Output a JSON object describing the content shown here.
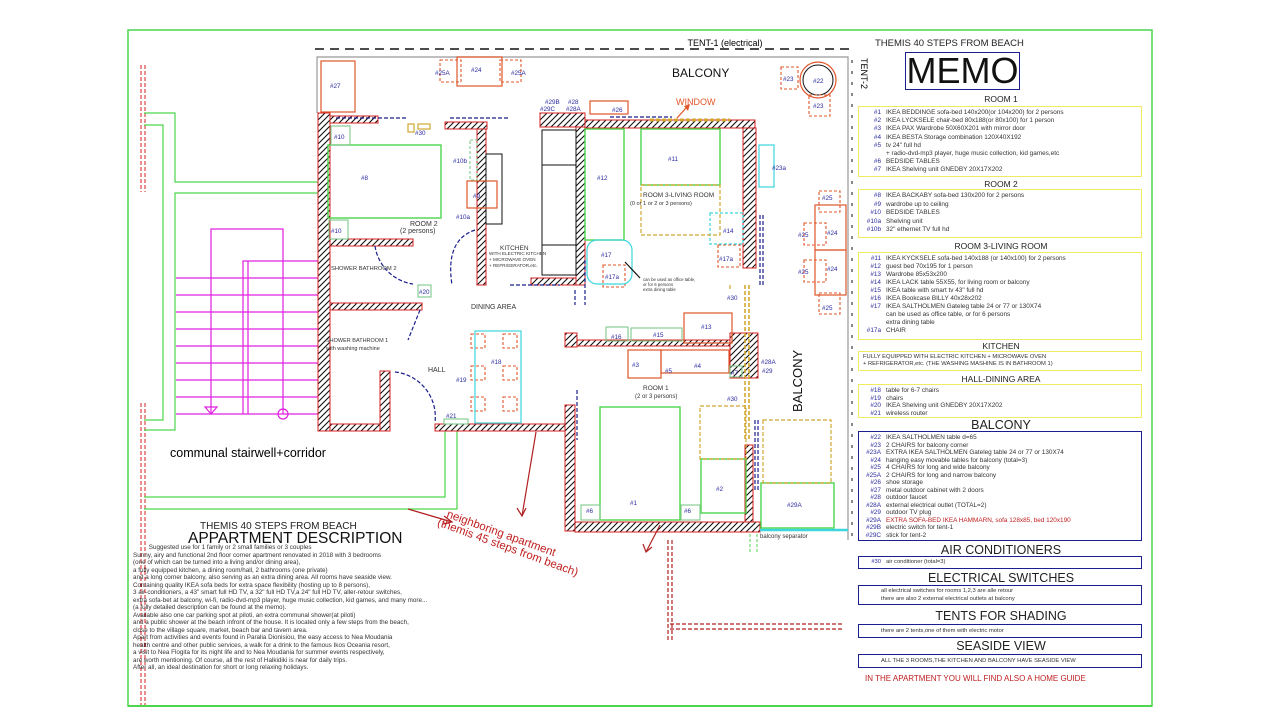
{
  "plan": {
    "tent1": "TENT-1 (electrical)",
    "tent2": "TENT-2",
    "balcony_top": "BALCONY",
    "balcony_side": "BALCONY",
    "window": "WINDOW",
    "room2": "ROOM 2",
    "room2_sub": "(2 persons)",
    "room3": "ROOM 3-LIVING ROOM",
    "room3_sub": "(0 or 1 or 2 or 3 persons)",
    "room1": "ROOM 1",
    "room1_sub": "(2 or 3 persons)",
    "kitchen": "KITCHEN",
    "kitchen_sub": [
      "WITH ELECTRIC KITCHEN",
      "+ MICROWAVE OVEN",
      "+ REFRIGERATOR,etc."
    ],
    "bath2": "SHOWER BATHROOM 2",
    "bath1": "SHOWER BATHROOM 1",
    "bath1_sub": "with washing machine",
    "dining": "DINING AREA",
    "hall": "HALL",
    "office_note": [
      "can be used as office table,",
      "or for 6 persons",
      "extra dining table"
    ],
    "stairwell": "communal stairwell+corridor",
    "neighbor": [
      "neighboring apartment",
      "(themis 45 steps from beach)"
    ],
    "separator": "balcony separator",
    "labels": {
      "n27": "#27",
      "n25a": "#25A",
      "n24": "#24",
      "n23": "#23",
      "n22": "#22",
      "n29b": "#29B",
      "n29c": "#29C",
      "n28": "#28",
      "n28a": "#28A",
      "n26": "#26",
      "n10": "#10",
      "n30": "#30",
      "n10b": "#10b",
      "n8": "#8",
      "n9": "#9",
      "n10a": "#10a",
      "n12": "#12",
      "n11": "#11",
      "n23a": "#23a",
      "n25": "#25",
      "n14": "#14",
      "n17a": "#17a",
      "n17": "#17",
      "n20": "#20",
      "n18": "#18",
      "n19": "#19",
      "n21": "#21",
      "n16": "#16",
      "n15": "#15",
      "n13": "#13",
      "n3": "#3",
      "n5": "#5",
      "n4": "#4",
      "n7": "#7",
      "n29": "#29",
      "n1": "#1",
      "n6": "#6",
      "n2": "#2",
      "n29A": "#29A"
    }
  },
  "memo": {
    "header": "THEMIS 40 STEPS FROM BEACH",
    "title": "MEMO",
    "sections": [
      {
        "title": "ROOM 1",
        "items": [
          {
            "num": "#1",
            "text": "IKEA BEDDINGE sofa-bed 140x200(or 104x200) for 2 persons"
          },
          {
            "num": "#2",
            "text": "IKEA LYCKSELE chair-bed 80x188(or 80x100)  for 1 person"
          },
          {
            "num": "#3",
            "text": "IKEA PAX Wardrobe 50X60X201 with mirror door"
          },
          {
            "num": "#4",
            "text": "IKEA BESTA Storage combination 120X40X192"
          },
          {
            "num": "#5",
            "text": "tv 24\" full hd\n+ radio-dvd-mp3 player, huge music collection, kid games,etc"
          },
          {
            "num": "#6",
            "text": "BEDSIDE TABLES"
          },
          {
            "num": "#7",
            "text": "IKEA Shelving unit GNEDBY 20X17X202"
          }
        ]
      },
      {
        "title": "ROOM 2",
        "items": [
          {
            "num": "#8",
            "text": "IKEA BACKABY sofa-bed 130x200 for 2 persons"
          },
          {
            "num": "#9",
            "text": "wardrobe up to ceiling"
          },
          {
            "num": "#10",
            "text": "BEDSIDE TABLES"
          },
          {
            "num": "#10a",
            "text": "Shelving unit"
          },
          {
            "num": "#10b",
            "text": "32\" ethernet TV full hd"
          }
        ]
      },
      {
        "title": "ROOM 3-LIVING ROOM",
        "items": [
          {
            "num": "#11",
            "text": "IKEA KYCKSELE sofa-bed 140x188 (or 140x100) for 2 persons"
          },
          {
            "num": "#12",
            "text": "guest bed 70x195 for 1 person"
          },
          {
            "num": "#13",
            "text": "Wardrobe 85x53x200"
          },
          {
            "num": "#14",
            "text": "IKEA LACK table 55X55, for living room or balcony"
          },
          {
            "num": "#15",
            "text": "IKEA table with smart tv 43\" full hd"
          },
          {
            "num": "#16",
            "text": "IKEA Bookcase BILLY 40x28x202"
          },
          {
            "num": "#17",
            "text": "IKEA SALTHOLMEN Gateleg table 24 or 77 or 130X74\ncan be used as office table, or for 6 persons\nextra dining table"
          },
          {
            "num": "#17a",
            "text": "CHAIR"
          }
        ]
      },
      {
        "title": "KITCHEN",
        "items": [
          {
            "num": "",
            "text": "FULLY EQUIPPED WITH ELECTRIC KITCHEN              + MICROWAVE OVEN\n+ REFRIGERATOR,etc.  (THE WASHING MASHINE IS IN BATHROOM 1)"
          }
        ]
      },
      {
        "title": "HALL-DINING AREA",
        "items": [
          {
            "num": "#18",
            "text": "table for 6-7 chairs"
          },
          {
            "num": "#19",
            "text": "chairs"
          },
          {
            "num": "#20",
            "text": "IKEA Shelving unit GNEDBY 20X17X202"
          },
          {
            "num": "#21",
            "text": "wireless router"
          }
        ]
      },
      {
        "title": "BALCONY",
        "items": [
          {
            "num": "#22",
            "text": "IKEA SALTHOLMEN table d=65"
          },
          {
            "num": "#23",
            "text": "2 CHAIRS for balcony corner"
          },
          {
            "num": "#23A",
            "text": "EXTRA IKEA SALTHOLMEN Gateleg table 24 or 77 or 130X74"
          },
          {
            "num": "#24",
            "text": "hanging easy movable tables for balcony (total=3)"
          },
          {
            "num": "#25",
            "text": "4 CHAIRS for long and wide balcony"
          },
          {
            "num": "#25A",
            "text": "2 CHAIRS for long and narrow balcony"
          },
          {
            "num": "#26",
            "text": "shoe storage"
          },
          {
            "num": "#27",
            "text": "metal outdoor cabinet with 2 doors"
          },
          {
            "num": "#28",
            "text": "outdoor faucet"
          },
          {
            "num": "#28A",
            "text": "external electrical outlet (TOTAL=2)"
          },
          {
            "num": "#29",
            "text": "outdoor TV plug"
          },
          {
            "num": "#29A",
            "text": "EXTRA SOFA-BED IKEA HAMMARN, sofa 128x85, bed 120x190",
            "highlight": true
          },
          {
            "num": "#29B",
            "text": "electric switch for tent-1"
          },
          {
            "num": "#29C",
            "text": "stick for tent-2"
          }
        ]
      },
      {
        "title": "AIR CONDITIONERS",
        "items": [
          {
            "num": "#30",
            "text": "air conditioner (total=3)"
          }
        ]
      },
      {
        "title": "ELECTRICAL SWITCHES",
        "items": [
          {
            "num": "",
            "text": "all electrical switches for rooms 1,2,3 are alle retour\nthere are also 2 external electrical outlets at balcony"
          }
        ]
      },
      {
        "title": "TENTS FOR SHADING",
        "items": [
          {
            "num": "",
            "text": "there are 2 tents,one of them with electric motor"
          }
        ]
      },
      {
        "title": "SEASIDE VIEW",
        "items": [
          {
            "num": "",
            "text": "ALL THE 3 ROOMS,THE KITCHEN AND BALCONY HAVE SEASIDE VIEW"
          }
        ]
      }
    ],
    "footer": "IN THE APARTMENT YOU WILL FIND ALSO A HOME GUIDE"
  },
  "description": {
    "header": "THEMIS 40 STEPS FROM BEACH",
    "title": "APPARTMENT DESCRIPTION",
    "lines": [
      "         Suggested use for 1 family or 2 small families or 3 couples",
      "Sunny, airy and functional 2nd floor corner apartment renovated in 2018 with 3 bedrooms",
      " (one of which can be turned into a living and/or dining area),",
      " a fully equipped kitchen, a dining room/hall, 2 bathrooms (one private)",
      " and a long corner balcony, also serving as an extra dining area. All rooms have seaside view.",
      "  Containing quality IKEA sofa beds for extra space flexibility (hosting up to 8 persons),",
      " 3 air-conditioners, a 43\" smart full HD TV, a 32\" full HD TV,a 24\" full HD TV, aller-retour switches,",
      " extra sofa-bet at balcony, wi-fi, radio-dvd-mp3 player, huge music collection, kid games, and many more...",
      " (a fully detailed description can be found at the memo).",
      " Available also one car parking spot at piloti, an extra communal  shower(at piloti)",
      " and a public shower at the beach infront of the house. It is located only a few steps from the beach,",
      " close to the village square, market, beach bar and tavern area.",
      "  Apart from activities and events found in Paralia Dionisiou, the easy access to Nea Moudania",
      " health centre and other public services, a walk for a drink to the famous Ikos Oceania resort,",
      " a visit to  Nea Flogita  for its night life and to Nea Moudania for summer events respectively,",
      " are worth mentioning. Of course, all the rest of Halkidiki is near for daily trips.",
      " After all, an ideal destination for short or long relaxing holidays."
    ]
  },
  "colors": {
    "border": "#4cd64c",
    "wall": "#d42020",
    "memo_blue": "#1a1f8c",
    "box_yellow": "#f0ec60",
    "label_blue": "#2a2aa0",
    "furniture_orange": "#e0562a",
    "stairs": "#e020e0",
    "accent_red": "#c02020"
  }
}
